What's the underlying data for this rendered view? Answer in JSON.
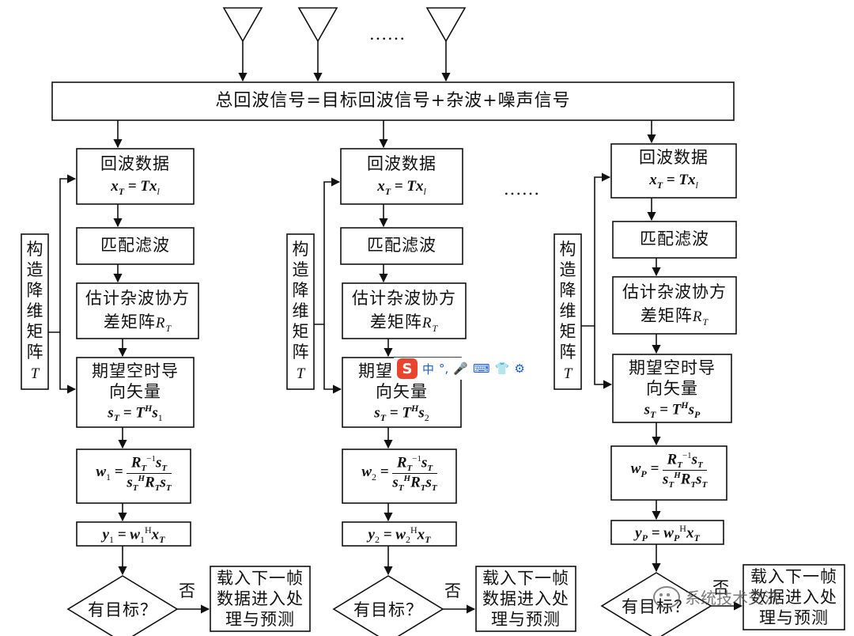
{
  "top": {
    "combined_signal": "总回波信号=目标回波信号+杂波+噪声信号",
    "ellipsis_antennas": "......",
    "ellipsis_columns": "......"
  },
  "side_label": [
    "构",
    "造",
    "降",
    "维",
    "矩",
    "阵",
    "T"
  ],
  "columns": [
    {
      "echo": "回波数据",
      "echo_eq": "x",
      "matched": "匹配滤波",
      "est_line1": "估计杂波协方",
      "est_line2": "差矩阵",
      "steer_line1": "期望空时导",
      "steer_line2": "向矢量",
      "steer_sub": "1",
      "w_sub": "1",
      "y_sub": "1",
      "decision": "有目标？",
      "no": "否",
      "next_line1": "载入下一帧",
      "next_line2": "数据进入处",
      "next_line3": "理与预测"
    },
    {
      "echo": "回波数据",
      "matched": "匹配滤波",
      "est_line1": "估计杂波协方",
      "est_line2": "差矩阵",
      "steer_line1": "期望空时导",
      "steer_line2": "向矢量",
      "steer_sub": "2",
      "w_sub": "2",
      "y_sub": "2",
      "decision": "有目标？",
      "no": "否",
      "next_line1": "载入下一帧",
      "next_line2": "数据进入处",
      "next_line3": "理与预测"
    },
    {
      "echo": "回波数据",
      "matched": "匹配滤波",
      "est_line1": "估计杂波协方",
      "est_line2": "差矩阵",
      "steer_line1": "期望空时导",
      "steer_line2": "向矢量",
      "steer_sub": "P",
      "w_sub": "P",
      "y_sub": "P",
      "decision": "有目标？",
      "no": "否",
      "next_line1": "载入下一帧",
      "next_line2": "数据进入处",
      "next_line3": "理与预测"
    }
  ],
  "ime": {
    "logo": "S",
    "items": [
      "中",
      "°,",
      "🎤",
      "⌨",
      "👕",
      "⚙"
    ]
  },
  "watermark": "系统技术交流"
}
